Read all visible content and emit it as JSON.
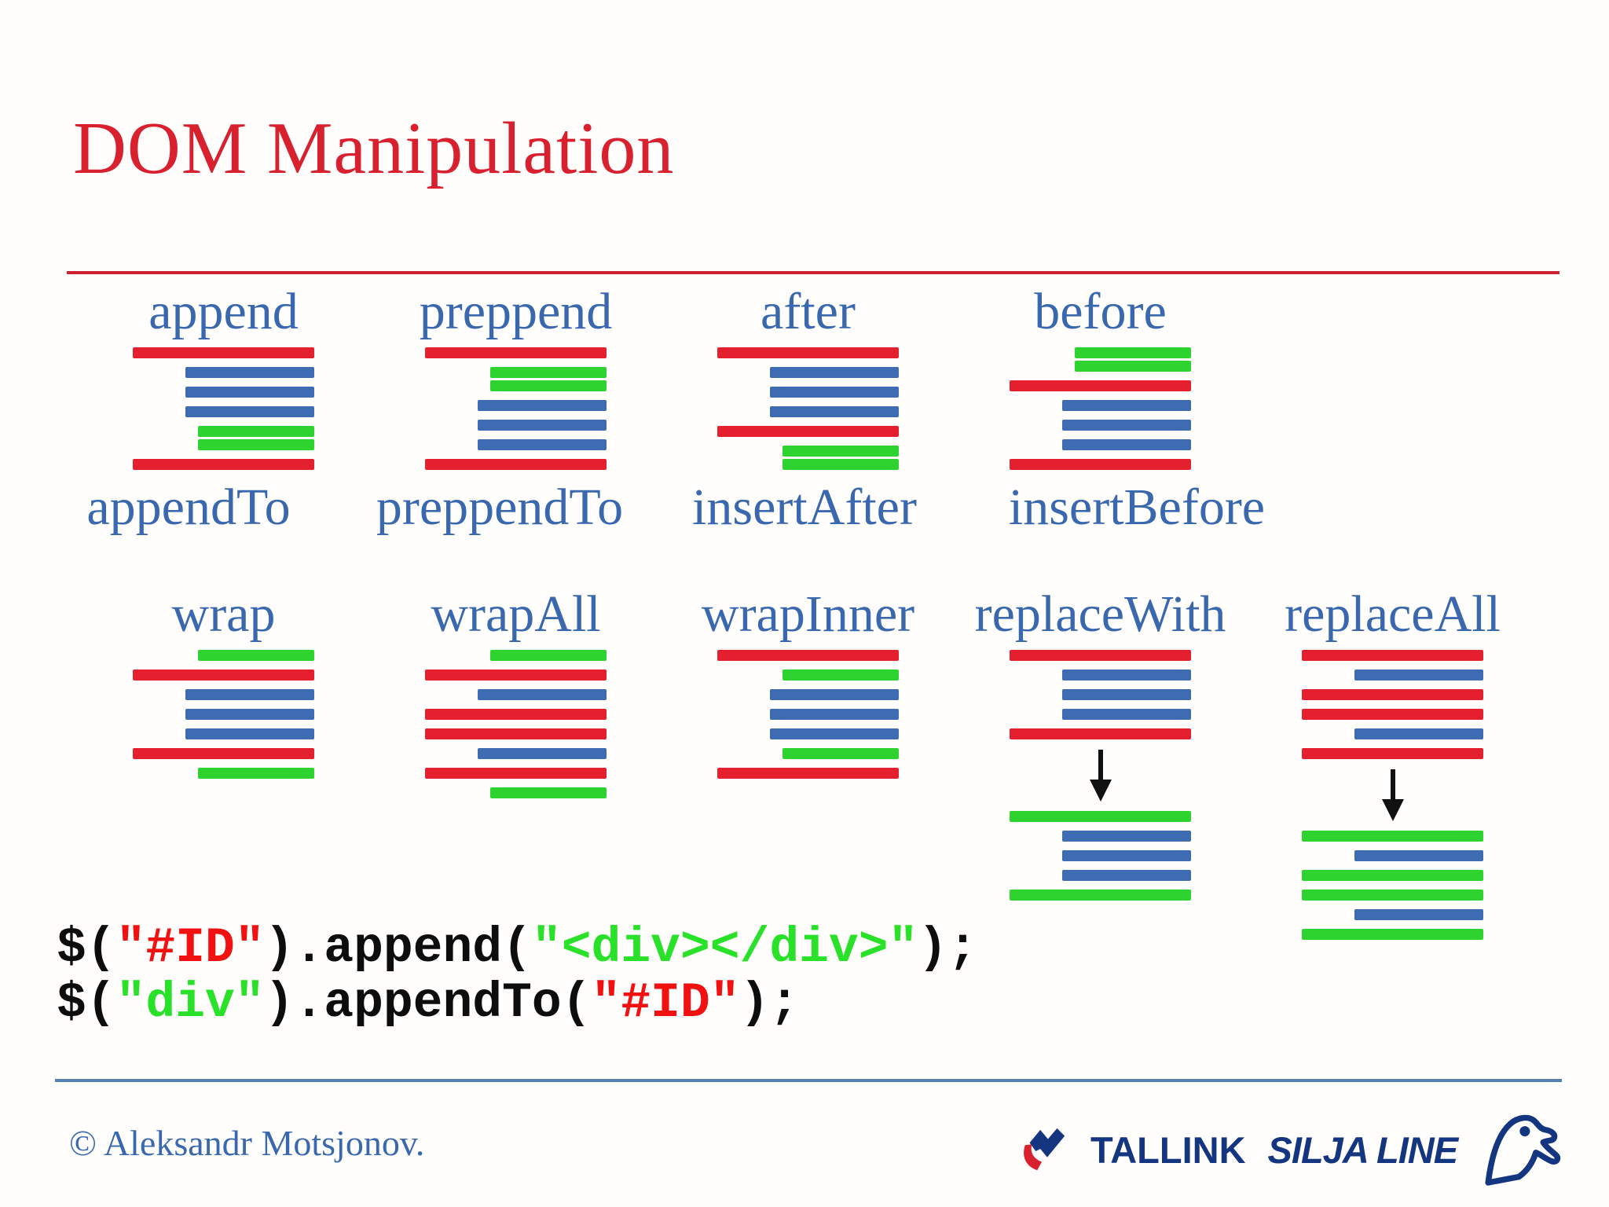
{
  "title": "DOM Manipulation",
  "colors": {
    "title_red": "#d8202f",
    "rule_red": "#d02030",
    "rule_blue": "#5580b5",
    "label_blue": "#3a68ae",
    "bar_red": "#e5202e",
    "bar_blue": "#3e6cb2",
    "bar_green": "#2fd32f",
    "code_red": "#f21111",
    "code_green": "#2ae12a",
    "logo_navy": "#14357f",
    "arrow_black": "#111111"
  },
  "row1": {
    "columns": [
      {
        "label": "append",
        "sub_label": "appendTo",
        "bars": [
          {
            "c": "red",
            "w": "full"
          },
          {
            "c": "blue",
            "w": "mid"
          },
          {
            "c": "blue",
            "w": "mid"
          },
          {
            "c": "blue",
            "w": "mid"
          },
          {
            "c": "green",
            "w": "inner",
            "tight": true
          },
          {
            "c": "green",
            "w": "inner"
          },
          {
            "c": "red",
            "w": "full"
          }
        ]
      },
      {
        "label": "preppend",
        "sub_label": "preppendTo",
        "bars": [
          {
            "c": "red",
            "w": "full"
          },
          {
            "c": "green",
            "w": "inner",
            "tight": true
          },
          {
            "c": "green",
            "w": "inner"
          },
          {
            "c": "blue",
            "w": "mid"
          },
          {
            "c": "blue",
            "w": "mid"
          },
          {
            "c": "blue",
            "w": "mid"
          },
          {
            "c": "red",
            "w": "full"
          }
        ]
      },
      {
        "label": "after",
        "sub_label": "insertAfter",
        "bars": [
          {
            "c": "red",
            "w": "full"
          },
          {
            "c": "blue",
            "w": "mid"
          },
          {
            "c": "blue",
            "w": "mid"
          },
          {
            "c": "blue",
            "w": "mid"
          },
          {
            "c": "red",
            "w": "full"
          },
          {
            "c": "green",
            "w": "inner",
            "tight": true
          },
          {
            "c": "green",
            "w": "inner"
          }
        ]
      },
      {
        "label": "before",
        "sub_label": "insertBefore",
        "bars": [
          {
            "c": "green",
            "w": "inner",
            "tight": true
          },
          {
            "c": "green",
            "w": "inner"
          },
          {
            "c": "red",
            "w": "full"
          },
          {
            "c": "blue",
            "w": "mid"
          },
          {
            "c": "blue",
            "w": "mid"
          },
          {
            "c": "blue",
            "w": "mid"
          },
          {
            "c": "red",
            "w": "full"
          }
        ]
      }
    ]
  },
  "row2": {
    "columns": [
      {
        "label": "wrap",
        "groups": [
          [
            {
              "c": "green",
              "w": "inner"
            },
            {
              "c": "red",
              "w": "full"
            },
            {
              "c": "blue",
              "w": "mid"
            },
            {
              "c": "blue",
              "w": "mid"
            },
            {
              "c": "blue",
              "w": "mid"
            },
            {
              "c": "red",
              "w": "full"
            },
            {
              "c": "green",
              "w": "inner"
            }
          ]
        ]
      },
      {
        "label": "wrapAll",
        "groups": [
          [
            {
              "c": "green",
              "w": "inner"
            },
            {
              "c": "red",
              "w": "full"
            },
            {
              "c": "blue",
              "w": "mid"
            },
            {
              "c": "red",
              "w": "full"
            },
            {
              "c": "red",
              "w": "full"
            },
            {
              "c": "blue",
              "w": "mid"
            },
            {
              "c": "red",
              "w": "full"
            },
            {
              "c": "green",
              "w": "inner"
            }
          ]
        ]
      },
      {
        "label": "wrapInner",
        "groups": [
          [
            {
              "c": "red",
              "w": "full"
            },
            {
              "c": "green",
              "w": "inner"
            },
            {
              "c": "blue",
              "w": "mid"
            },
            {
              "c": "blue",
              "w": "mid"
            },
            {
              "c": "blue",
              "w": "mid"
            },
            {
              "c": "green",
              "w": "inner"
            },
            {
              "c": "red",
              "w": "full"
            }
          ]
        ]
      },
      {
        "label": "replaceWith",
        "arrow": true,
        "groups": [
          [
            {
              "c": "red",
              "w": "full"
            },
            {
              "c": "blue",
              "w": "mid"
            },
            {
              "c": "blue",
              "w": "mid"
            },
            {
              "c": "blue",
              "w": "mid"
            },
            {
              "c": "red",
              "w": "full"
            }
          ],
          [
            {
              "c": "green",
              "w": "full"
            },
            {
              "c": "blue",
              "w": "mid"
            },
            {
              "c": "blue",
              "w": "mid"
            },
            {
              "c": "blue",
              "w": "mid"
            },
            {
              "c": "green",
              "w": "full"
            }
          ]
        ]
      },
      {
        "label": "replaceAll",
        "arrow": true,
        "groups": [
          [
            {
              "c": "red",
              "w": "full"
            },
            {
              "c": "blue",
              "w": "mid"
            },
            {
              "c": "red",
              "w": "full"
            },
            {
              "c": "red",
              "w": "full"
            },
            {
              "c": "blue",
              "w": "mid"
            },
            {
              "c": "red",
              "w": "full"
            }
          ],
          [
            {
              "c": "green",
              "w": "full"
            },
            {
              "c": "blue",
              "w": "mid"
            },
            {
              "c": "green",
              "w": "full"
            },
            {
              "c": "green",
              "w": "full"
            },
            {
              "c": "blue",
              "w": "mid"
            },
            {
              "c": "green",
              "w": "full"
            }
          ]
        ]
      }
    ]
  },
  "code": {
    "lines": [
      [
        {
          "text": "$(",
          "color": "black"
        },
        {
          "text": "\"#ID\"",
          "color": "red"
        },
        {
          "text": ").append(",
          "color": "black"
        },
        {
          "text": "\"<div></div>\"",
          "color": "green"
        },
        {
          "text": ");",
          "color": "black"
        }
      ],
      [
        {
          "text": "$(",
          "color": "black"
        },
        {
          "text": "\"div\"",
          "color": "green"
        },
        {
          "text": ").appendTo(",
          "color": "black"
        },
        {
          "text": "\"#ID\"",
          "color": "red"
        },
        {
          "text": ");",
          "color": "black"
        }
      ]
    ]
  },
  "footer": {
    "copyright": "© Aleksandr Motsjonov.",
    "brand_tallink": "TALLINK",
    "brand_silja": "SILJA LINE"
  },
  "icons": {
    "arrow": "arrow-down-icon",
    "tallink": "tallink-wave-mark-icon",
    "silja": "seal-head-icon"
  }
}
